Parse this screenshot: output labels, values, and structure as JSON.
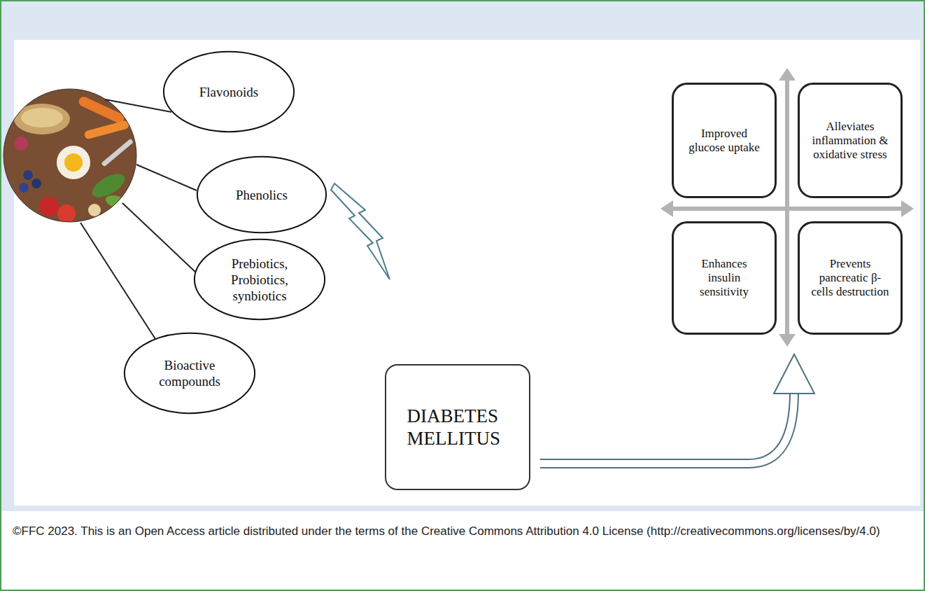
{
  "diagram": {
    "caption": "©FFC 2023. This is an Open Access article distributed under the terms of the Creative Commons Attribution 4.0 License (http://creativecommons.org/licenses/by/4.0)",
    "nodes": [
      {
        "text": [
          "Flavonoids"
        ]
      },
      {
        "text": [
          "Phenolics"
        ]
      },
      {
        "text": [
          "Prebiotics, Probiotics, synbiotics"
        ]
      },
      {
        "text": [
          "Bioactive compounds"
        ]
      },
      {
        "text": [
          "DIABETES MELLITUS"
        ]
      },
      {
        "text": [
          "Improved glucose uptake"
        ]
      },
      {
        "text": [
          "Alleviates inflammation & oxidative stress"
        ]
      },
      {
        "text": [
          "Enhances insulin sensitivity"
        ]
      },
      {
        "text": [
          "Prevents pancreatic β-cells destruction"
        ]
      }
    ]
  }
}
